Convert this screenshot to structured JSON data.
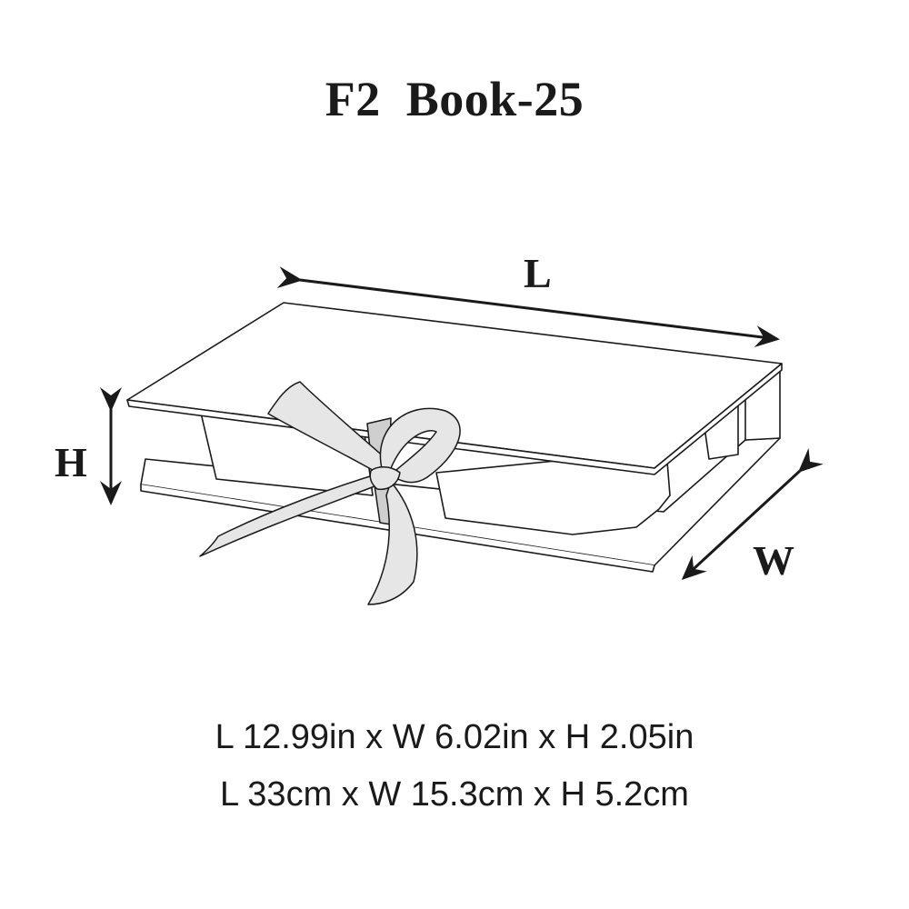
{
  "title": "F2  Book-25",
  "dimension_labels": {
    "length": "L",
    "height": "H",
    "width": "W"
  },
  "specs": {
    "inches": "L 12.99in x W 6.02in x H 2.05in",
    "centimeters": "L 33cm x W 15.3cm x H 5.2cm"
  },
  "colors": {
    "line": "#1a1a1a",
    "ribbon_fill": "#e6e6e6",
    "ribbon_shadow": "#cfcfcf"
  }
}
